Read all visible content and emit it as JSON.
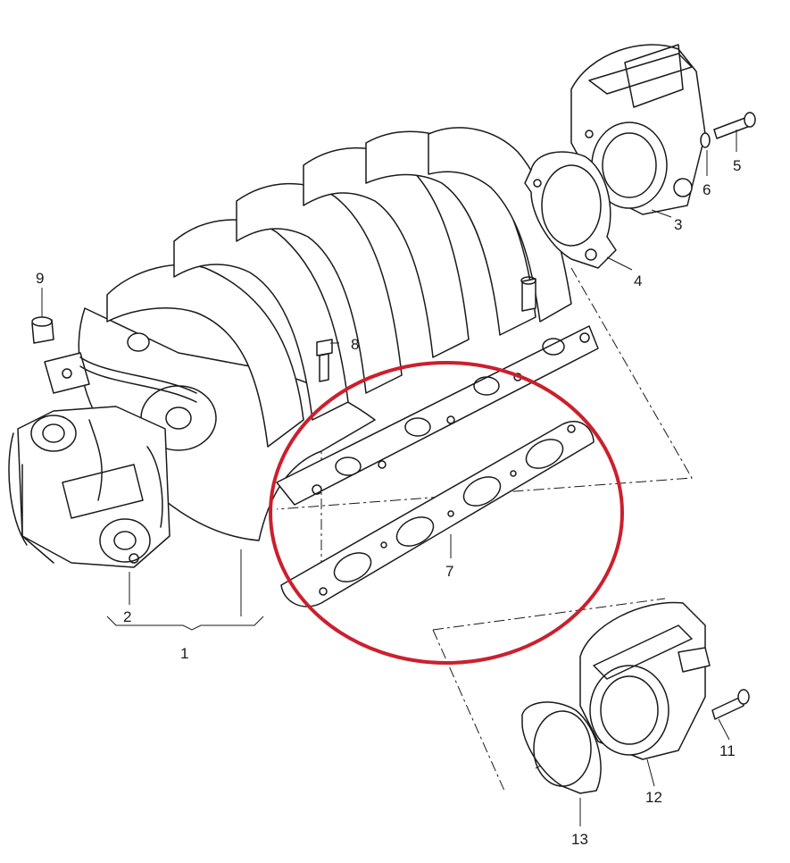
{
  "callouts": [
    {
      "id": "1",
      "label": "1"
    },
    {
      "id": "2",
      "label": "2"
    },
    {
      "id": "3",
      "label": "3"
    },
    {
      "id": "4",
      "label": "4"
    },
    {
      "id": "5",
      "label": "5"
    },
    {
      "id": "6",
      "label": "6"
    },
    {
      "id": "7",
      "label": "7"
    },
    {
      "id": "8",
      "label": "8"
    },
    {
      "id": "9",
      "label": "9"
    },
    {
      "id": "11",
      "label": "11"
    },
    {
      "id": "12",
      "label": "12"
    },
    {
      "id": "13",
      "label": "13"
    }
  ],
  "colors": {
    "line": "#1a1a1a",
    "highlight_circle": "#cc1f2d",
    "background": "#ffffff"
  }
}
